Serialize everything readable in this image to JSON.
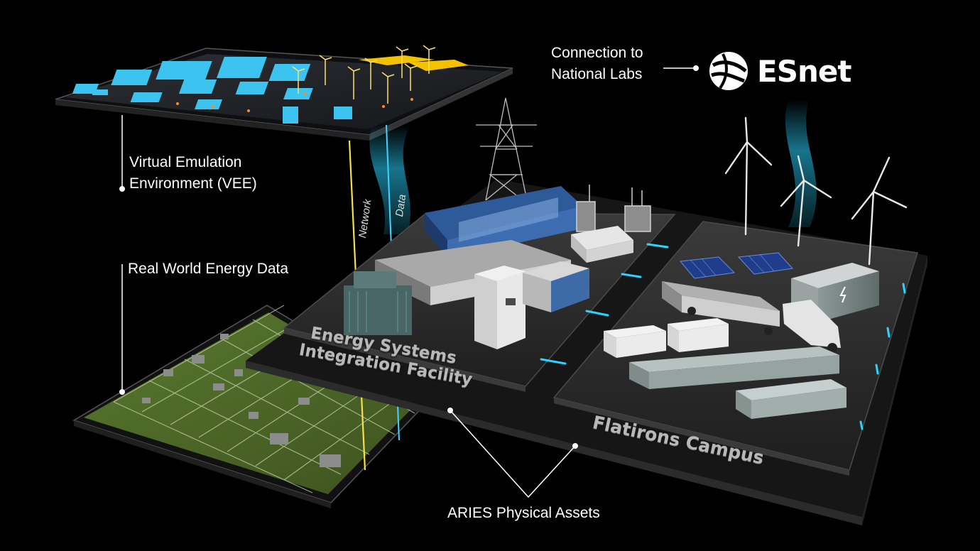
{
  "labels": {
    "vee_line1": "Virtual Emulation",
    "vee_line2": "Environment (VEE)",
    "real_world": "Real World Energy Data",
    "connection_line1": "Connection to",
    "connection_line2": "National Labs",
    "esnet": "ESnet",
    "network": "Network",
    "data": "Data",
    "esif_line1": "Energy Systems",
    "esif_line2": "Integration Facility",
    "flatirons": "Flatirons Campus",
    "aries": "ARIES Physical Assets"
  },
  "icons": {
    "esnet_logo": "globe-logo-icon",
    "transmission_tower": "transmission-tower-icon",
    "wind_turbine": "wind-turbine-icon",
    "solar_panel": "solar-panel-icon",
    "truck": "hydrogen-truck-icon",
    "container": "battery-container-icon"
  },
  "colors": {
    "background": "#000000",
    "vee_buildings": "#3cc3f0",
    "vee_highlight": "#f2c200",
    "real_world_map": "#4f6a2a",
    "network_line": "#f5e04a",
    "data_line": "#4ad2ff",
    "platform": "#2a2a2a",
    "platform_glow": "#2ad4ff",
    "text": "#ffffff"
  }
}
